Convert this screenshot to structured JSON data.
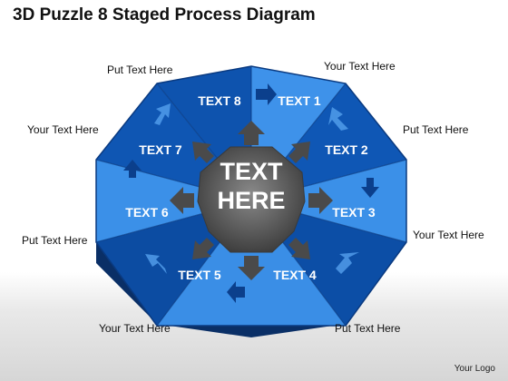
{
  "title": "3D Puzzle 8 Staged Process Diagram",
  "center_label_line1": "TEXT",
  "center_label_line2": "HERE",
  "segments": [
    {
      "label": "TEXT 1"
    },
    {
      "label": "TEXT 2"
    },
    {
      "label": "TEXT 3"
    },
    {
      "label": "TEXT 4"
    },
    {
      "label": "TEXT 5"
    },
    {
      "label": "TEXT 6"
    },
    {
      "label": "TEXT 7"
    },
    {
      "label": "TEXT 8"
    }
  ],
  "captions": {
    "top_left": "Put Text Here",
    "top_right": "Your Text Here",
    "upper_left": "Your Text Here",
    "upper_right": "Put Text Here",
    "lower_left": "Put Text Here",
    "lower_right": "Your Text Here",
    "bottom_left": "Your Text Here",
    "bottom_right": "Put Text Here"
  },
  "logo": "Your Logo",
  "colors": {
    "segment_dark": "#0d4fa8",
    "segment_light": "#3a8ee8",
    "side_dark": "#0a2f66",
    "center": "#555555",
    "arrow": "#4a4a4a"
  }
}
